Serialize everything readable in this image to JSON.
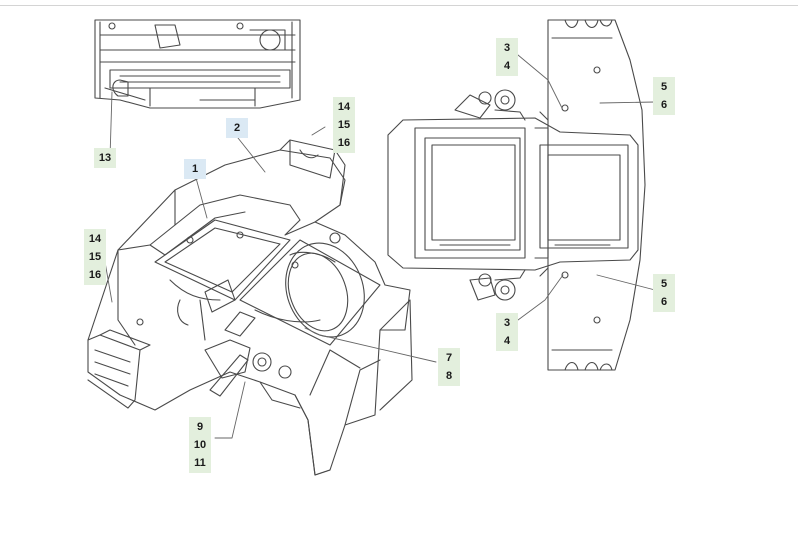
{
  "callouts": {
    "c1": "1",
    "c2": "2",
    "c3a": "3",
    "c4a": "4",
    "c5a": "5",
    "c6a": "6",
    "c3b": "3",
    "c4b": "4",
    "c5b": "5",
    "c6b": "6",
    "c7": "7",
    "c8": "8",
    "c9": "9",
    "c10": "10",
    "c11": "11",
    "c13": "13",
    "c14a": "14",
    "c15a": "15",
    "c16a": "16",
    "c14b": "14",
    "c15b": "15",
    "c16b": "16"
  },
  "watermark": "",
  "colors": {
    "line": "#4a4a4a",
    "callout_green": "#e3efdd",
    "callout_blue": "#dbe9f4",
    "leader": "#666666"
  }
}
